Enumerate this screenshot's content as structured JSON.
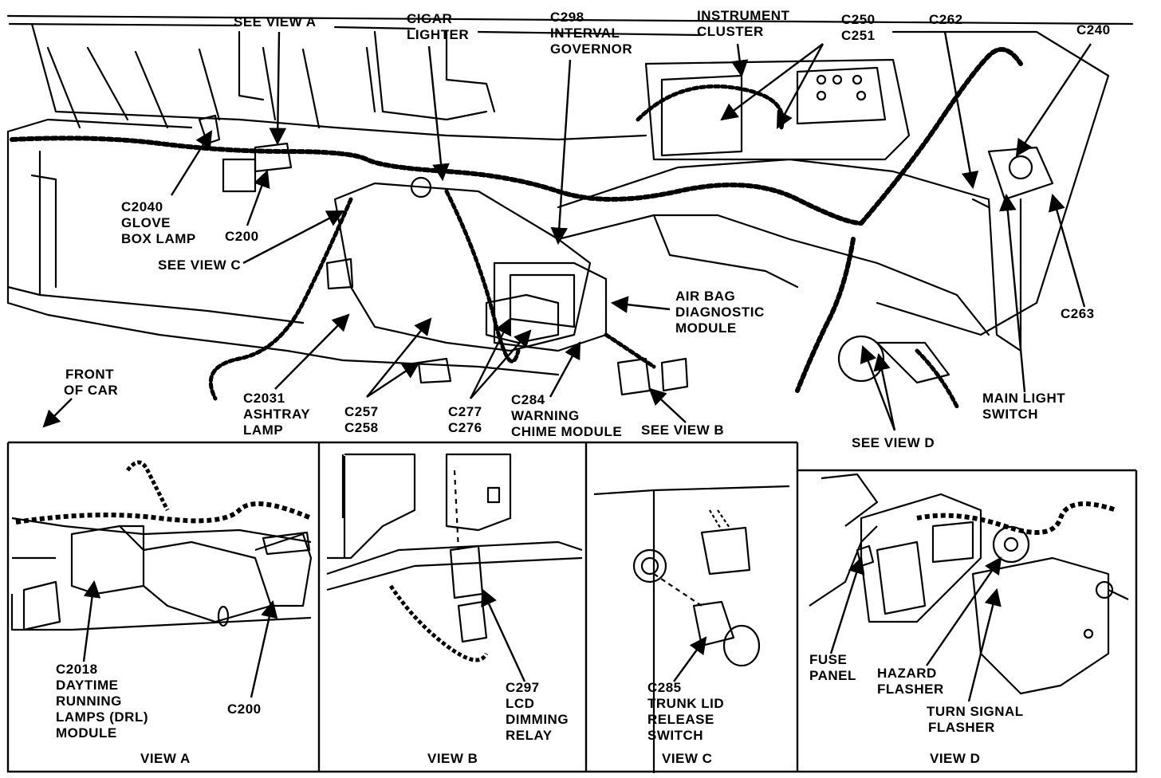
{
  "main": {
    "labels": {
      "see_view_a": "SEE VIEW A",
      "cigar_lighter": [
        "CIGAR",
        "LIGHTER"
      ],
      "c298": [
        "C298",
        "INTERVAL",
        "GOVERNOR"
      ],
      "instrument_cluster": [
        "INSTRUMENT",
        "CLUSTER"
      ],
      "c250_c251": [
        "C250",
        "C251"
      ],
      "c262": "C262",
      "c240": "C240",
      "c2040": [
        "C2040",
        "GLOVE",
        "BOX LAMP"
      ],
      "c200_main": "C200",
      "see_view_c": "SEE VIEW C",
      "air_bag": [
        "AIR BAG",
        "DIAGNOSTIC",
        "MODULE"
      ],
      "c263": "C263",
      "front_of_car": [
        "FRONT",
        "OF CAR"
      ],
      "c2031": [
        "C2031",
        "ASHTRAY",
        "LAMP"
      ],
      "c257_c258": [
        "C257",
        "C258"
      ],
      "c277_c276": [
        "C277",
        "C276"
      ],
      "c284": [
        "C284",
        "WARNING",
        "CHIME MODULE"
      ],
      "see_view_b": "SEE VIEW B",
      "see_view_d": "SEE VIEW D",
      "main_light_switch": [
        "MAIN LIGHT",
        "SWITCH"
      ]
    }
  },
  "views": {
    "a": {
      "title": "VIEW A",
      "c2018": [
        "C2018",
        "DAYTIME",
        "RUNNING",
        "LAMPS (DRL)",
        "MODULE"
      ],
      "c200": "C200"
    },
    "b": {
      "title": "VIEW B",
      "c297": [
        "C297",
        "LCD",
        "DIMMING",
        "RELAY"
      ]
    },
    "c": {
      "title": "VIEW C",
      "c285": [
        "C285",
        "TRUNK LID",
        "RELEASE",
        "SWITCH"
      ]
    },
    "d": {
      "title": "VIEW D",
      "fuse_panel": [
        "FUSE",
        "PANEL"
      ],
      "hazard_flasher": [
        "HAZARD",
        "FLASHER"
      ],
      "turn_signal_flasher": [
        "TURN SIGNAL",
        "FLASHER"
      ]
    }
  }
}
